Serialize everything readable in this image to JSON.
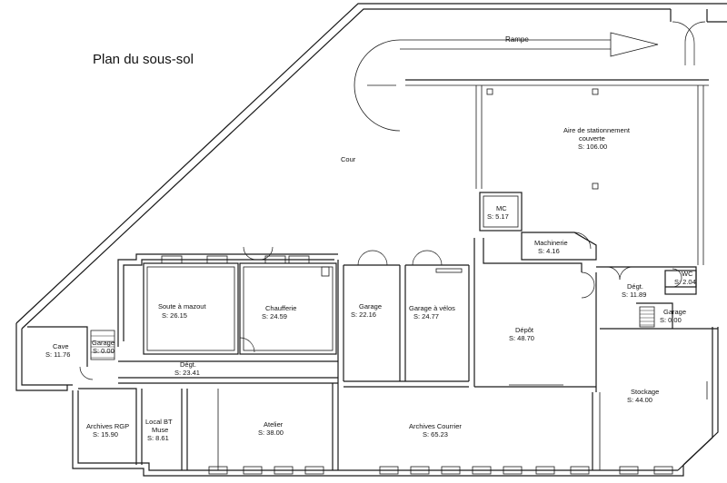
{
  "title": "Plan du sous-sol",
  "ramp_label": "Rampe",
  "courtyard_label": "Cour",
  "rooms": {
    "aire": {
      "name": "Aire de stationnement",
      "name2": "couverte",
      "area": "S:  106.00"
    },
    "mc": {
      "name": "MC",
      "area": "S:  5.17"
    },
    "machinerie": {
      "name": "Machinerie",
      "area": "S:  4.16"
    },
    "wc": {
      "name": "WC",
      "area": "S:  2.04"
    },
    "degt_right": {
      "name": "Dégt.",
      "area": "S:  11.89"
    },
    "garage_small_right": {
      "name": "Garage",
      "area": "S:  0.00"
    },
    "soute": {
      "name": "Soute à mazout",
      "area": "S:  26.15"
    },
    "chaufferie": {
      "name": "Chaufferie",
      "area": "S:  24.59"
    },
    "garage": {
      "name": "Garage",
      "area": "S:  22.16"
    },
    "garage_velos": {
      "name": "Garage à vélos",
      "area": "S:  24.77"
    },
    "depot": {
      "name": "Dépôt",
      "area": "S:  48.70"
    },
    "cave": {
      "name": "Cave",
      "area": "S:  11.76"
    },
    "garage_small_left": {
      "name": "Garage",
      "area": "S:  0.00"
    },
    "degt_center": {
      "name": "Dégt.",
      "area": "S:  23.41"
    },
    "archives_rgp": {
      "name": "Archives  RGP",
      "area": "S:  15.90"
    },
    "local_bt": {
      "name": "Local  BT",
      "name2": "Muse",
      "area": "S:  8.61"
    },
    "atelier": {
      "name": "Atelier",
      "area": "S:  38.00"
    },
    "archives_courrier": {
      "name": "Archives  Courrier",
      "area": "S:  65.23"
    },
    "stockage": {
      "name": "Stockage",
      "area": "S:  44.00"
    }
  }
}
